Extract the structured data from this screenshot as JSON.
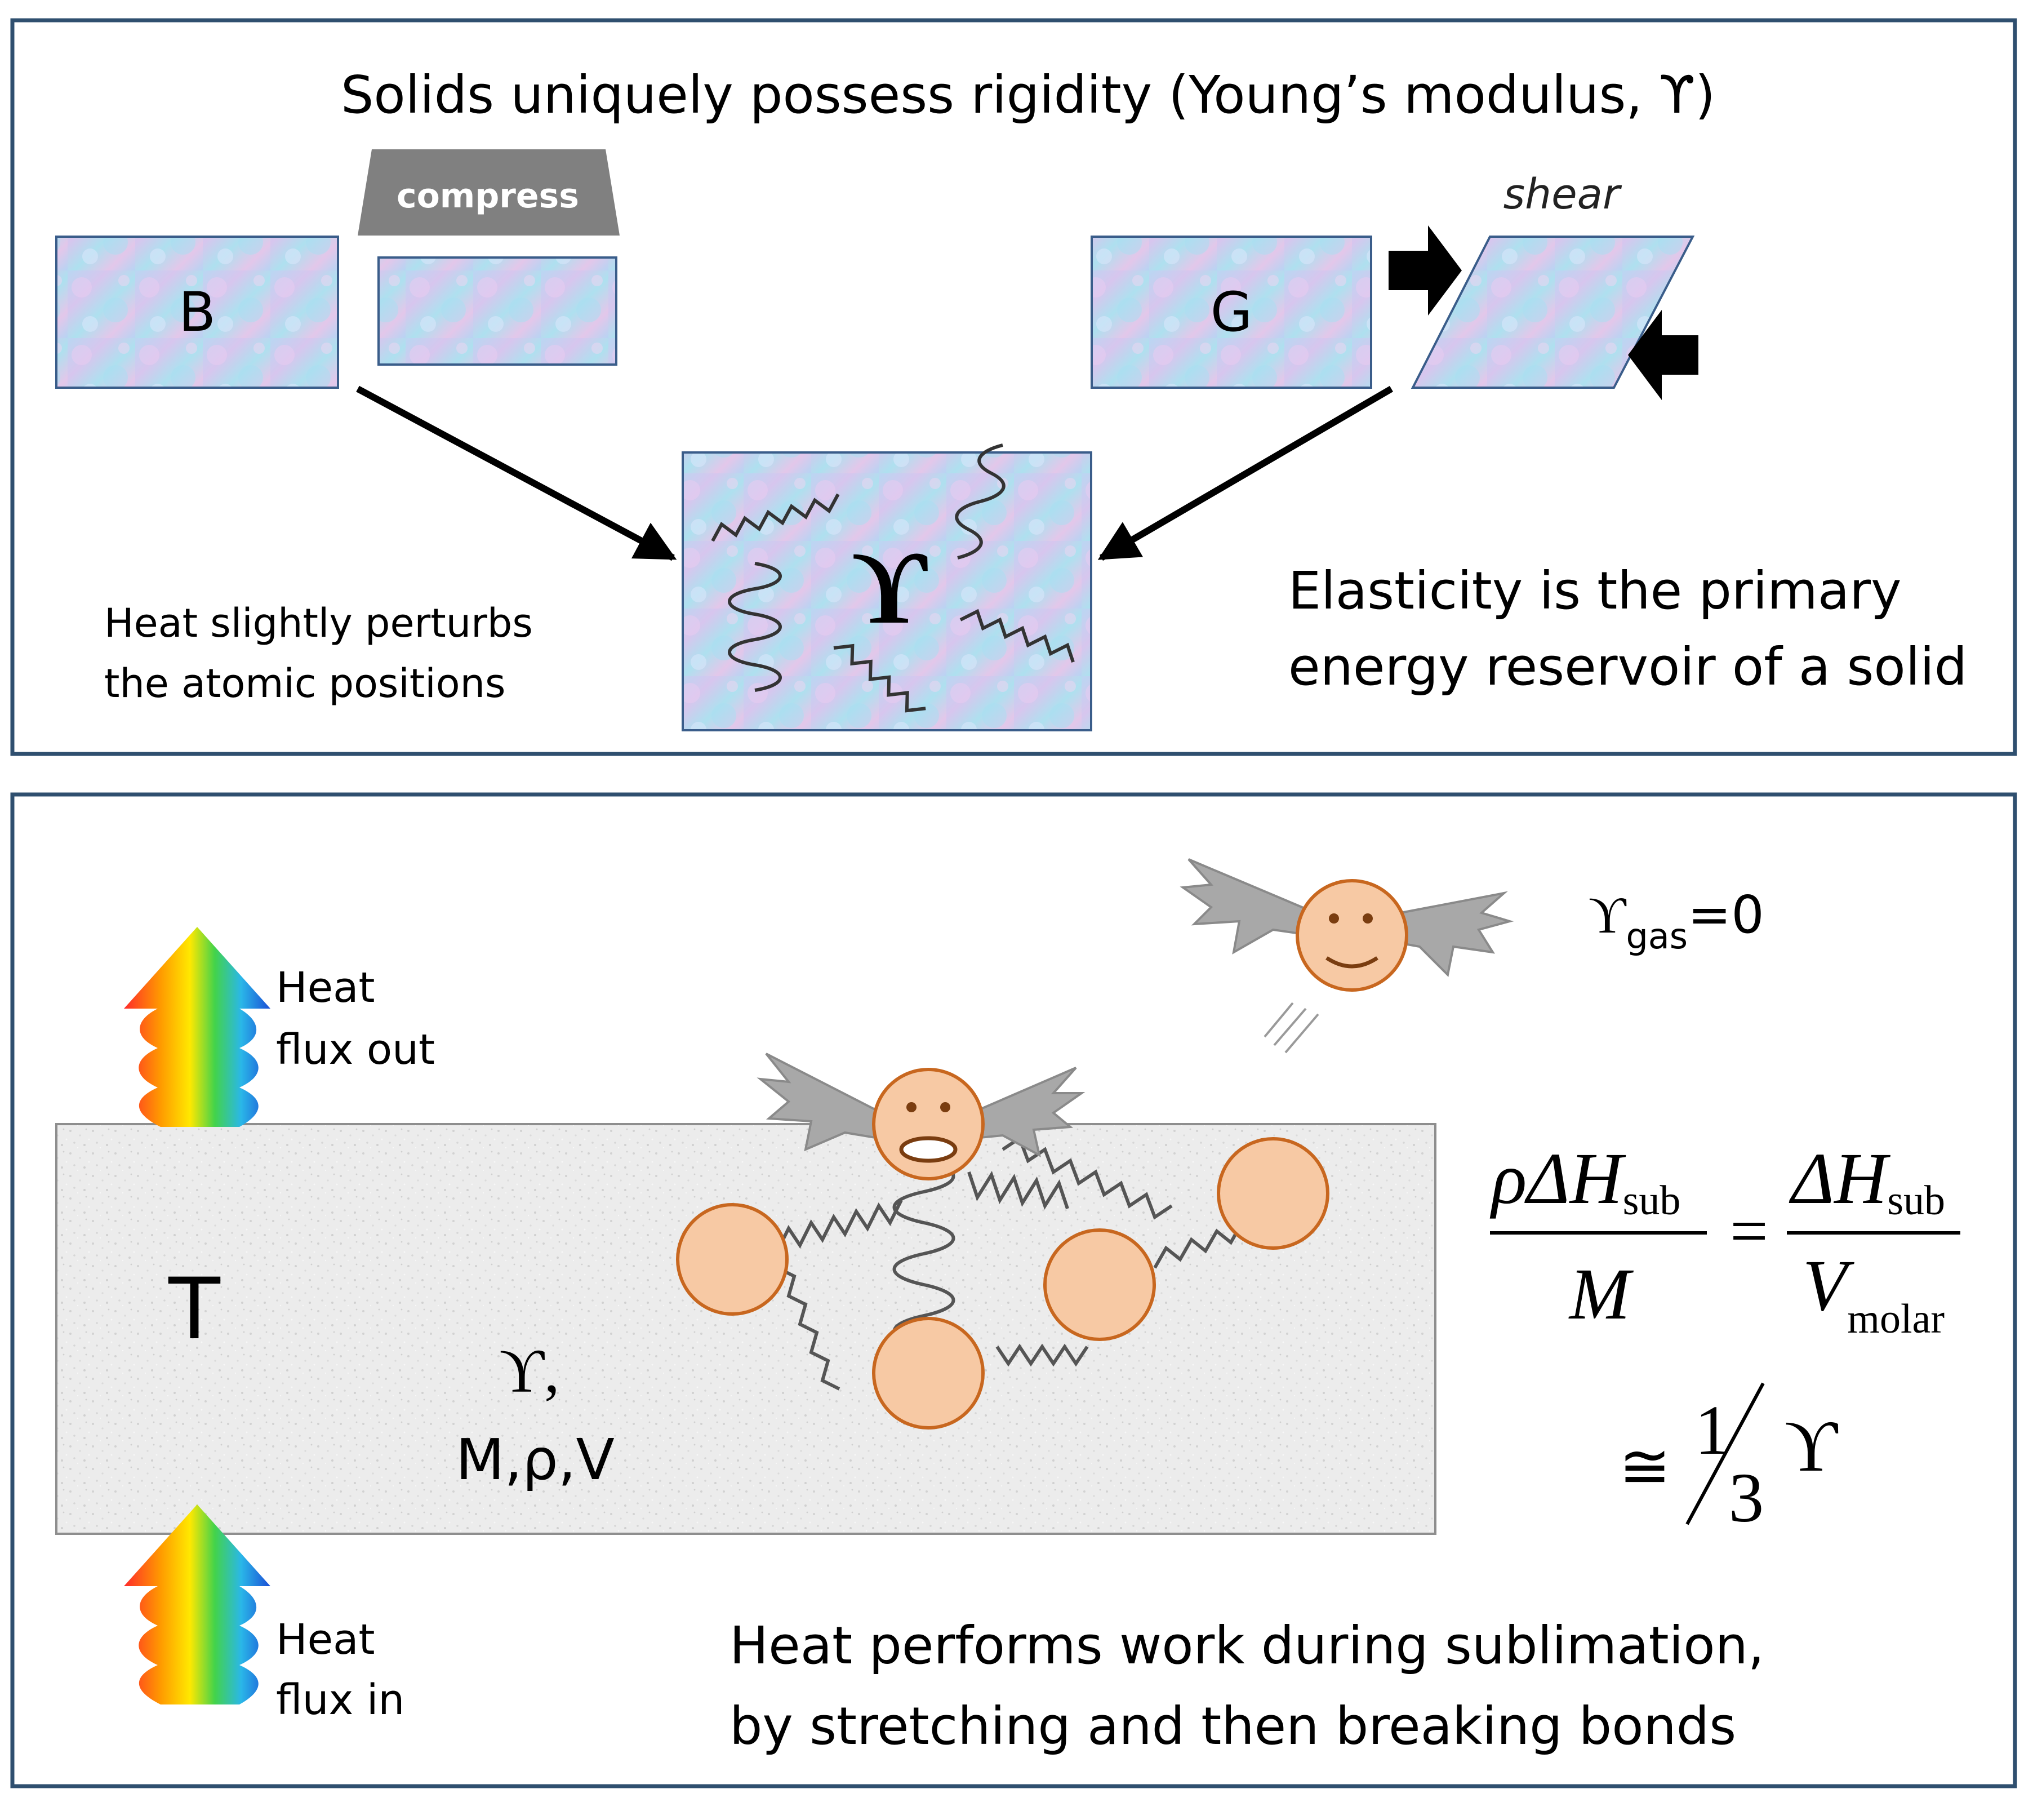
{
  "top_panel": {
    "title": "Solids uniquely possess rigidity (Young’s modulus, ϒ)",
    "compress_label": "compress",
    "shear_label": "shear",
    "bulk_label": "B",
    "shear_modulus_label": "G",
    "youngs_symbol": "ϒ",
    "heat_note_line1": "Heat slightly perturbs",
    "heat_note_line2": "the atomic positions",
    "elasticity_line1": "Elasticity is the primary",
    "elasticity_line2": "energy reservoir of a solid"
  },
  "bottom_panel": {
    "heat_out_line1": "Heat",
    "heat_out_line2": "flux out",
    "heat_in_line1": "Heat",
    "heat_in_line2": "flux in",
    "temperature_label": "T",
    "props_line1": "ϒ,",
    "props_line2": "M,ρ,V",
    "gas_symbol": "ϒ",
    "gas_subscript": "gas",
    "gas_value": "=0",
    "caption_line1": "Heat performs work during sublimation,",
    "caption_line2": "by stretching and then breaking bonds",
    "equation": {
      "rho": "ρ",
      "delta_h": "ΔH",
      "sub": "sub",
      "M": "M",
      "equals": "=",
      "V": "V",
      "molar": "molar",
      "approx": "≅",
      "one": "1",
      "three": "3",
      "youngs": "ϒ"
    }
  },
  "colors": {
    "frame": "#2f4f6f",
    "arrow": "#000000",
    "atom_fill": "#f7c9a4",
    "atom_stroke": "#c8671f",
    "wing": "#a8a8a8",
    "trapezoid": "#808080"
  }
}
